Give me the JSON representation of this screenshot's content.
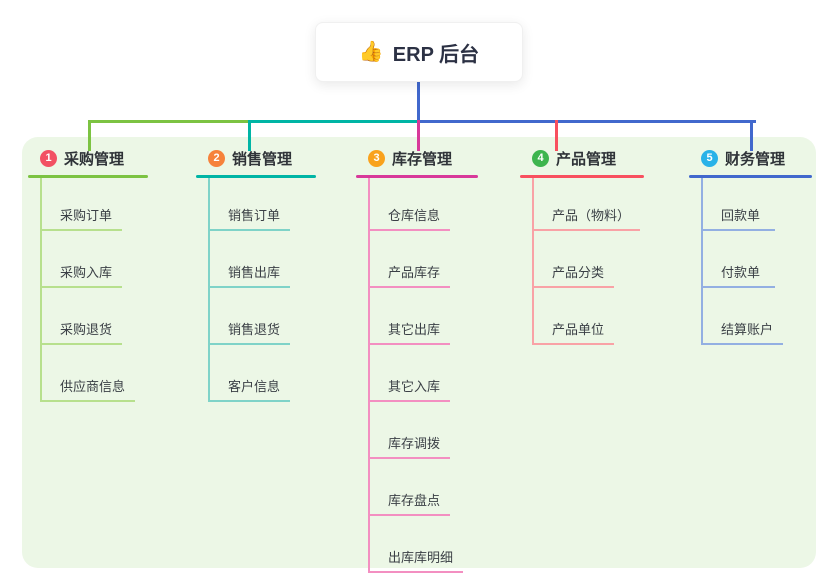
{
  "root": {
    "icon_glyph": "👍",
    "icon": "thumbs-up-icon",
    "label": "ERP 后台"
  },
  "branches": [
    {
      "index": "1",
      "title": "采购管理",
      "badge_color": "#f25163",
      "line_color": "#7cc342",
      "child_line_color": "#b7e08d",
      "children": [
        "采购订单",
        "采购入库",
        "采购退货",
        "供应商信息"
      ]
    },
    {
      "index": "2",
      "title": "销售管理",
      "badge_color": "#f6823b",
      "line_color": "#00b5a5",
      "child_line_color": "#7fd3c8",
      "children": [
        "销售订单",
        "销售出库",
        "销售退货",
        "客户信息"
      ]
    },
    {
      "index": "3",
      "title": "库存管理",
      "badge_color": "#f9a21d",
      "line_color": "#d8399a",
      "child_line_color": "#f38fc1",
      "children": [
        "仓库信息",
        "产品库存",
        "其它出库",
        "其它入库",
        "库存调拨",
        "库存盘点",
        "出库库明细"
      ]
    },
    {
      "index": "4",
      "title": "产品管理",
      "badge_color": "#3db54e",
      "line_color": "#f8505f",
      "child_line_color": "#f9a2a6",
      "children": [
        "产品（物料）",
        "产品分类",
        "产品单位"
      ]
    },
    {
      "index": "5",
      "title": "财务管理",
      "badge_color": "#29b2e8",
      "line_color": "#4168cd",
      "child_line_color": "#93afe2",
      "children": [
        "回款单",
        "付款单",
        "结算账户"
      ]
    }
  ],
  "colors": {
    "panel_background": "#ecf7e6",
    "canvas_background": "#ffffff",
    "root_text": "#2c3144"
  }
}
